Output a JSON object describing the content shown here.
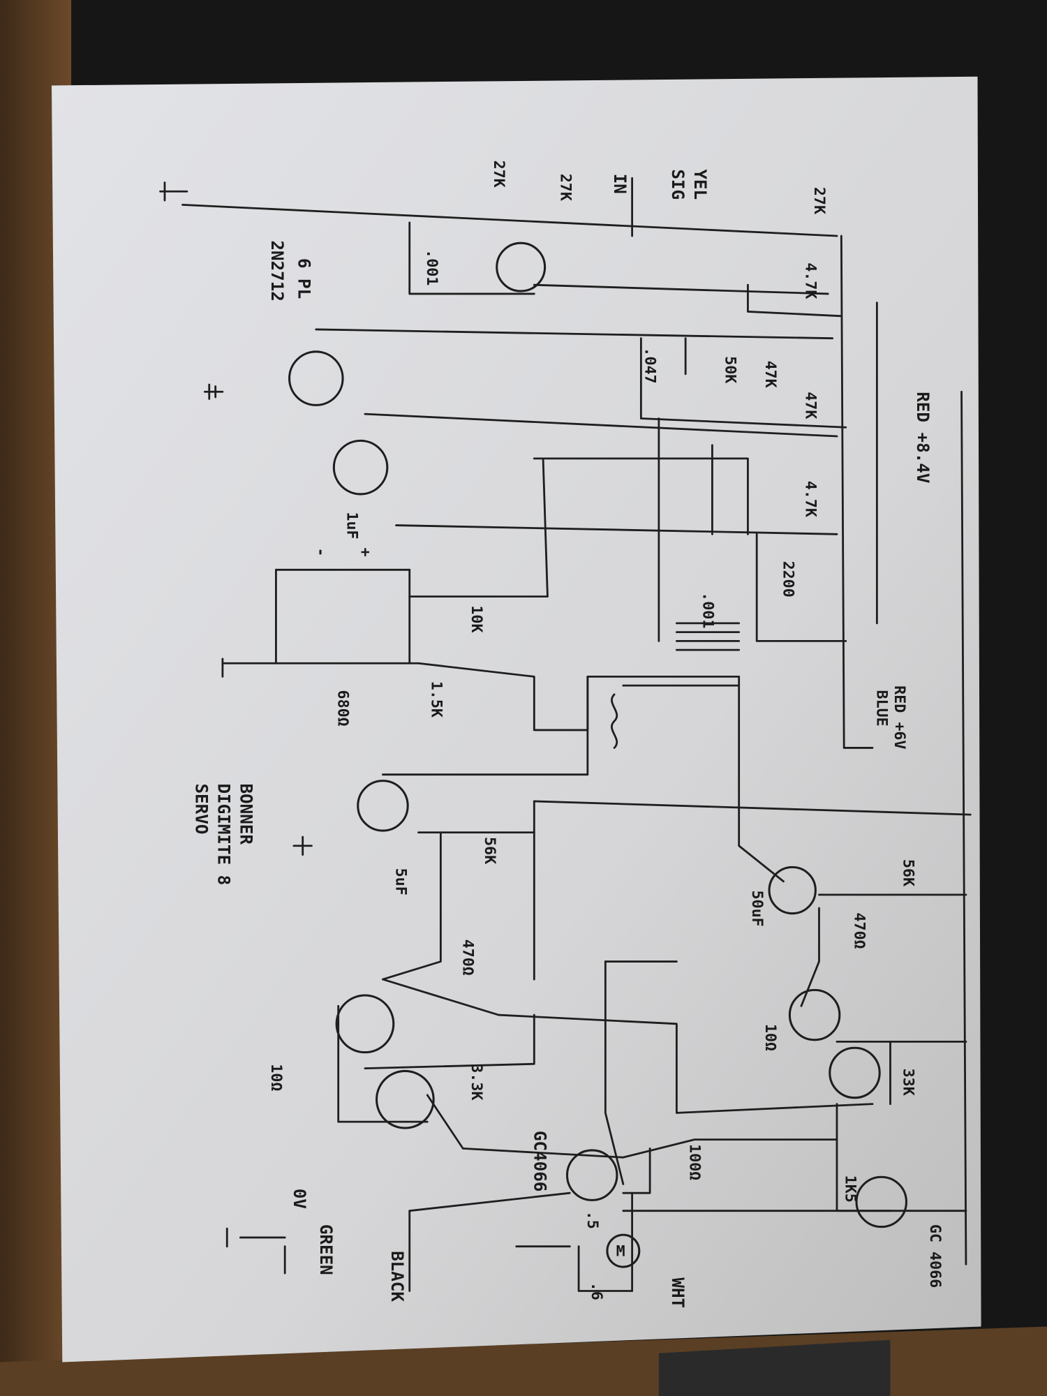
{
  "title": "BONNER DIGIMITE 8 SERVO",
  "title_lines": [
    "BONNER",
    "DIGIMITE 8",
    "SERVO"
  ],
  "supply": {
    "red": "RED +8.4V",
    "red6_line1": "RED +6V",
    "red6_line2": "BLUE"
  },
  "inputs": {
    "yel": "YEL",
    "sig": "SIG",
    "in": "IN"
  },
  "outputs": {
    "wht": "WHT",
    "black": "BLACK",
    "green": "GREEN",
    "zero": "0V"
  },
  "transistor_note": {
    "part": "2N2712",
    "count": "6 PL"
  },
  "components": {
    "r27k_a": "27K",
    "r27k_b": "27K",
    "r27k_c": "27K",
    "r47_a": "4.7K",
    "r47_b": "4.7K",
    "r47k_a": "47K",
    "r47k_b": "47K",
    "pot50k": "50K",
    "c047": ".047",
    "c001_a": ".001",
    "c001_b": ".001",
    "r2200": "2200",
    "c1uf": "1uF",
    "plus": "+",
    "minus": "-",
    "r10k": "10K",
    "pot15k": "1.5K",
    "r680": "680Ω",
    "r56k_a": "56K",
    "r56k_b": "56K",
    "c50uf_a": "50uF",
    "c5uf": "5uF",
    "r470_a": "470Ω",
    "r470_b": "470Ω",
    "r10_a": "10Ω",
    "r10_b": "10Ω",
    "r33k_a": "3.3K",
    "r33k_b": "33K",
    "r100": "100Ω",
    "r1k5": "1K5",
    "gc4066_a": "GC4066",
    "gc4066_b": "GC 4066",
    "c05": ".5",
    "c06": ".6",
    "motor": "M"
  },
  "colors": {
    "paper": "#dcdcdf",
    "ink": "#1e1e1e",
    "desk": "#5a4028"
  }
}
